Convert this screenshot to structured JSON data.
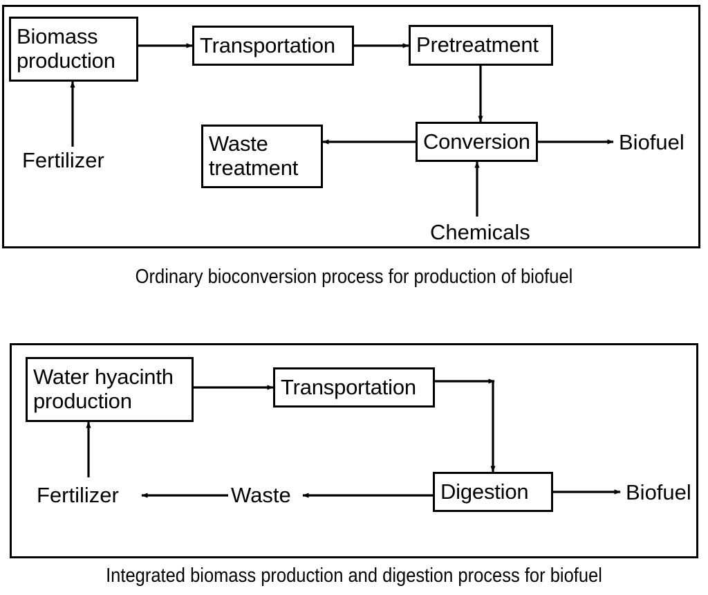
{
  "figure": {
    "title_ordinary_caption": "Ordinary bioconversion process for production of biofuel",
    "title_integrated_caption": "Integrated biomass production and digestion process for biofuel",
    "line_color": "#000000",
    "background_color": "#ffffff"
  },
  "diagram_data": {
    "type": "flowchart",
    "panels": [
      {
        "id": "ordinary",
        "caption": "Ordinary bioconversion process for production of biofuel",
        "nodes": [
          {
            "id": "biomass-production",
            "label": "Biomass\nproduction",
            "boxed": true
          },
          {
            "id": "transportation",
            "label": "Transportation",
            "boxed": true
          },
          {
            "id": "pretreatment",
            "label": "Pretreatment",
            "boxed": true
          },
          {
            "id": "conversion",
            "label": "Conversion",
            "boxed": true
          },
          {
            "id": "waste-treatment",
            "label": "Waste\ntreatment",
            "boxed": true
          },
          {
            "id": "fertilizer",
            "label": "Fertilizer",
            "boxed": false
          },
          {
            "id": "chemicals",
            "label": "Chemicals",
            "boxed": false
          },
          {
            "id": "biofuel",
            "label": "Biofuel",
            "boxed": false
          }
        ],
        "edges": [
          {
            "from": "biomass-production",
            "to": "transportation"
          },
          {
            "from": "transportation",
            "to": "pretreatment"
          },
          {
            "from": "pretreatment",
            "to": "conversion"
          },
          {
            "from": "conversion",
            "to": "waste-treatment"
          },
          {
            "from": "conversion",
            "to": "biofuel"
          },
          {
            "from": "chemicals",
            "to": "conversion"
          },
          {
            "from": "fertilizer",
            "to": "biomass-production"
          }
        ]
      },
      {
        "id": "integrated",
        "caption": "Integrated biomass production and digestion process for biofuel",
        "nodes": [
          {
            "id": "water-hyacinth-production",
            "label": "Water hyacinth\nproduction",
            "boxed": true
          },
          {
            "id": "transportation-2",
            "label": "Transportation",
            "boxed": true
          },
          {
            "id": "digestion",
            "label": "Digestion",
            "boxed": true
          },
          {
            "id": "fertilizer-2",
            "label": "Fertilizer",
            "boxed": false
          },
          {
            "id": "waste-2",
            "label": "Waste",
            "boxed": false
          },
          {
            "id": "biofuel-2",
            "label": "Biofuel",
            "boxed": false
          }
        ],
        "edges": [
          {
            "from": "water-hyacinth-production",
            "to": "transportation-2"
          },
          {
            "from": "transportation-2",
            "to": "digestion"
          },
          {
            "from": "digestion",
            "to": "biofuel-2"
          },
          {
            "from": "digestion",
            "to": "waste-2"
          },
          {
            "from": "waste-2",
            "to": "fertilizer-2"
          },
          {
            "from": "fertilizer-2",
            "to": "water-hyacinth-production"
          }
        ]
      }
    ]
  },
  "panel_ordinary": {
    "biomass_production": "Biomass\nproduction",
    "transportation": "Transportation",
    "pretreatment": "Pretreatment",
    "conversion": "Conversion",
    "waste_treatment": "Waste\ntreatment",
    "fertilizer": "Fertilizer",
    "chemicals": "Chemicals",
    "biofuel": "Biofuel"
  },
  "panel_integrated": {
    "water_hyacinth_production": "Water hyacinth\nproduction",
    "transportation": "Transportation",
    "digestion": "Digestion",
    "fertilizer": "Fertilizer",
    "waste": "Waste",
    "biofuel": "Biofuel"
  }
}
